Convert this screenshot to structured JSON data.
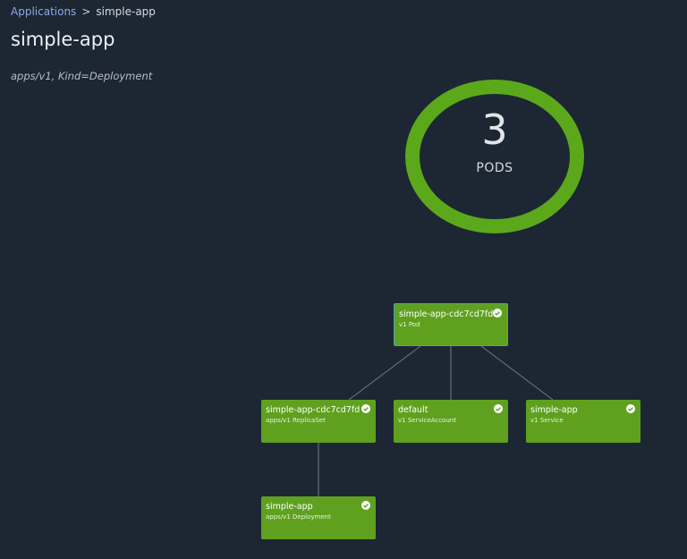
{
  "breadcrumb": {
    "link_label": "Applications",
    "separator": ">",
    "current": "simple-app"
  },
  "header": {
    "title": "simple-app",
    "subtitle": "apps/v1, Kind=Deployment"
  },
  "pods": {
    "count": "3",
    "label": "PODS",
    "ring_color": "#5ba91b"
  },
  "graph": {
    "node_color": "#5fa11f",
    "selected_border_color": "#4f9ad8",
    "nodes": [
      {
        "name": "simple-app-cdc7cd7fd...",
        "kind": "v1 Pod",
        "status_icon": "check-circle-icon"
      },
      {
        "name": "simple-app-cdc7cd7fd",
        "kind": "apps/v1 ReplicaSet",
        "status_icon": "check-circle-icon"
      },
      {
        "name": "default",
        "kind": "v1 ServiceAccount",
        "status_icon": "check-circle-icon"
      },
      {
        "name": "simple-app",
        "kind": "v1 Service",
        "status_icon": "check-circle-icon"
      },
      {
        "name": "simple-app",
        "kind": "apps/v1 Deployment",
        "status_icon": "check-circle-icon"
      }
    ]
  }
}
